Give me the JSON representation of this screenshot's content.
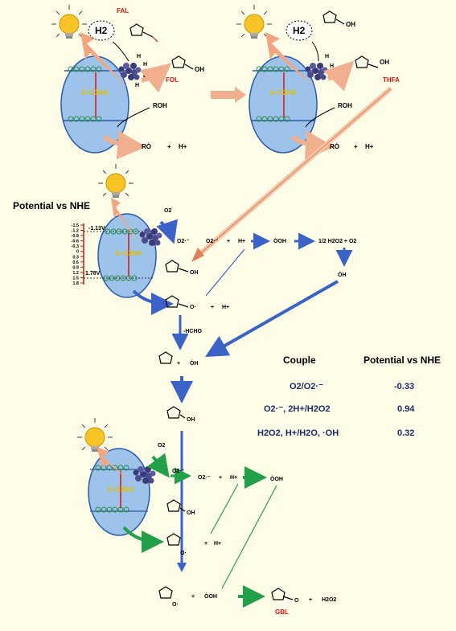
{
  "colors": {
    "background": "#fefde8",
    "catalyst": "#9ec3ea",
    "arrow_blue": "#3a62c7",
    "arrow_green": "#23a14a",
    "arrow_salmon": "#f0b08f",
    "label_red": "#e01010",
    "table_text": "#1b2a6b"
  },
  "icons": [
    "lightbulb-icon",
    "hydrogen-bubble-icon",
    "nanoparticle-cluster-icon"
  ],
  "panel1": {
    "catalyst": "E-C3N4",
    "h2": "H2",
    "fal": "FAL",
    "fol": "FOL",
    "roh": "ROH",
    "ro_radical": "RȮ",
    "plus": "+",
    "h_plus": "H+",
    "oh": "OH",
    "h": "H"
  },
  "panel2": {
    "catalyst": "E-C3N4",
    "h2": "H2",
    "thfa": "THFA",
    "roh": "ROH",
    "ro_radical": "RȮ",
    "plus": "+",
    "h_plus": "H+",
    "oh": "OH",
    "h": "H"
  },
  "panel3": {
    "title": "Potential vs NHE",
    "scale_ticks": [
      "-1.5",
      "-1.2",
      "-0.9",
      "-0.6",
      "-0.3",
      "0",
      "0.3",
      "0.6",
      "0.9",
      "1.2",
      "1.5",
      "1.8"
    ],
    "cb_potential": "-1.13V",
    "vb_potential": "1.78V",
    "catalyst": "E-C3N4",
    "o2": "O2",
    "o2_radical": "O2·⁻",
    "plus": "+",
    "h_plus": "H+",
    "ooh": "ȮOH",
    "h2o2_o2": "1/2 H2O2  +  O2",
    "oh_radical": "ȮH",
    "oh": "OH",
    "o_radical": "O·",
    "hcho": "-HCHO"
  },
  "table": {
    "headers": [
      "Couple",
      "Potential vs NHE"
    ],
    "rows": [
      {
        "couple": "O2/O2·⁻",
        "potential": "-0.33"
      },
      {
        "couple": "O2·⁻, 2H+/H2O2",
        "potential": "0.94"
      },
      {
        "couple": "H2O2, H+/H2O, ·OH",
        "potential": "0.32"
      }
    ]
  },
  "panel4": {
    "catalyst": "E-C3N4",
    "o2": "O2",
    "o2_radical": "O2·⁻",
    "plus": "+",
    "h_plus": "H+",
    "ooh": "ȮOH",
    "oh": "OH",
    "o_radical": "O·",
    "gbl": "GBL",
    "o": "O",
    "h2o2": "H2O2"
  }
}
